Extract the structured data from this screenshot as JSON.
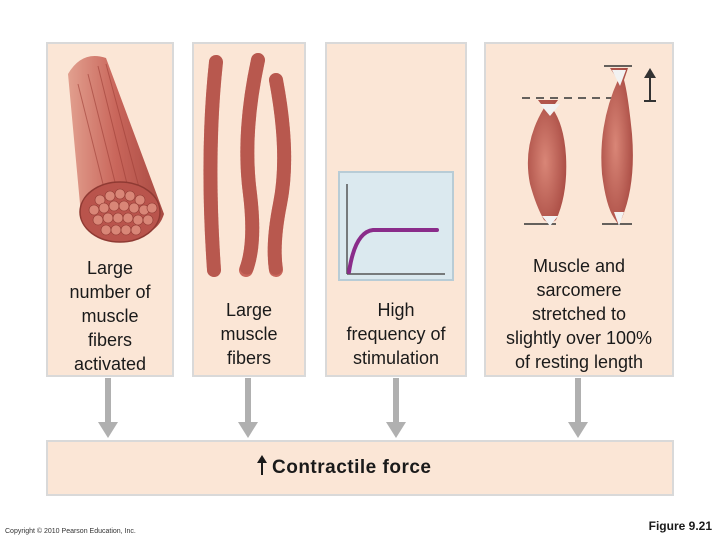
{
  "panels": [
    {
      "caption": "Large\nnumber of\nmuscle\nfibers\nactivated"
    },
    {
      "caption": "Large\nmuscle\nfibers"
    },
    {
      "caption": "High\nfrequency of\nstimulation"
    },
    {
      "caption": "Muscle and\nsarcomere\nstretched to\nslightly over 100%\nof resting length"
    }
  ],
  "result": {
    "label": "Contractile force"
  },
  "footer": {
    "copyright": "Copyright © 2010 Pearson Education, Inc.",
    "figure": "Figure 9.21"
  },
  "colors": {
    "panel_fill": "#fbe6d6",
    "panel_border": "#d9d9d9",
    "muscle": "#c9665b",
    "curve": "#8a2c8a",
    "graph_bg": "#dbe9ef",
    "arrow": "#b0b0b0"
  }
}
